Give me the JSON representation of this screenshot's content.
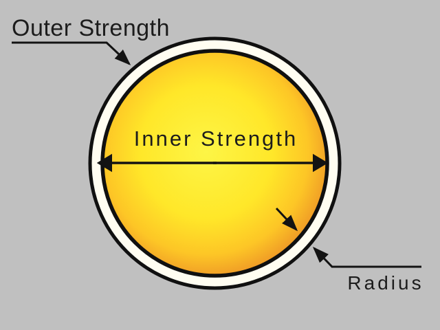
{
  "figure": {
    "labels": {
      "outer_strength": "Outer Strength",
      "inner_strength": "Inner Strength",
      "radius": "Radius"
    },
    "colors": {
      "background": "#c0c0c0",
      "outline": "#101010",
      "line": "#131313",
      "text": "#1c1c1c",
      "ring_fill": "#fffdf1",
      "ball_core": "#fdf546",
      "ball_mid": "#ffe729",
      "ball_gold": "#fdc626",
      "ball_edge": "#ee9726"
    }
  }
}
